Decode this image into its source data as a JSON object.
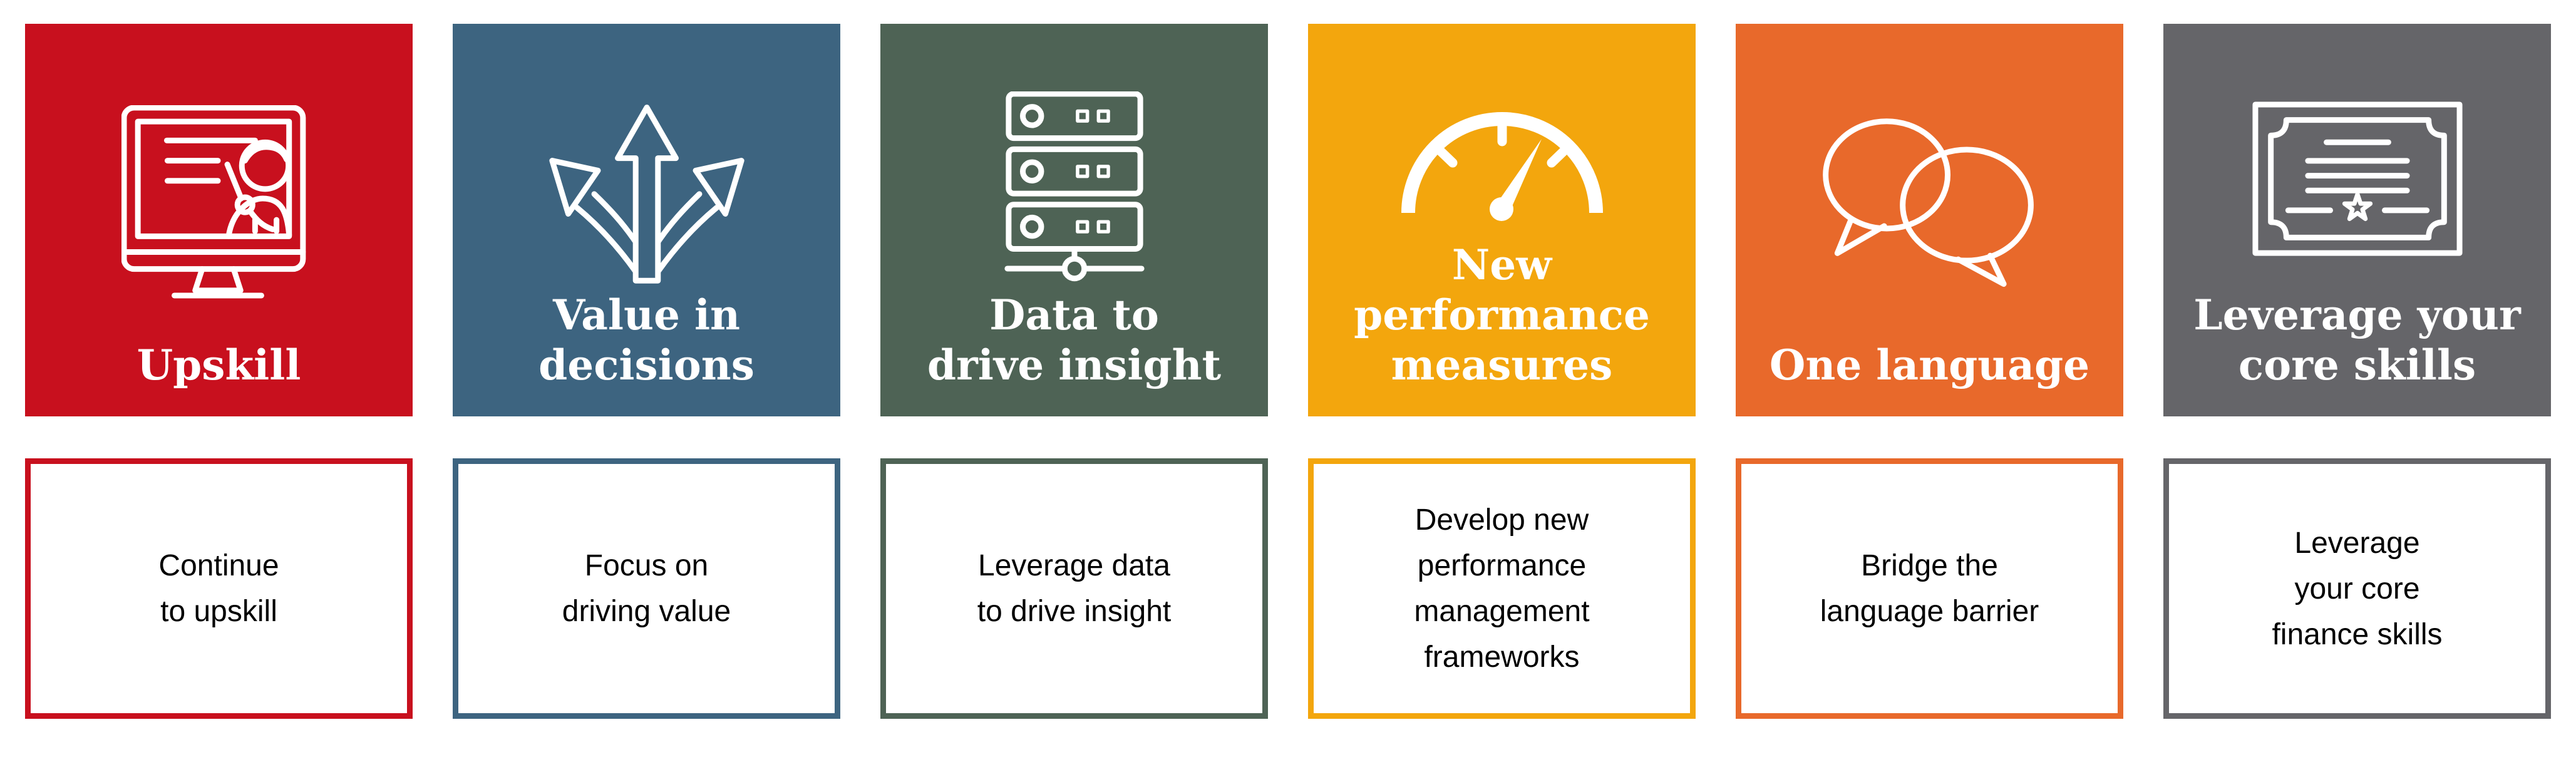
{
  "page": {
    "background_color": "#FFFFFF",
    "title_text_color": "#FFFFFF",
    "detail_text_color": "#000000"
  },
  "cards": [
    {
      "title": "Upskill",
      "detail": "Continue\nto upskill",
      "color": "#C8101E",
      "icon": "presentation-monitor-icon"
    },
    {
      "title": "Value in\ndecisions",
      "detail": "Focus on\ndriving value",
      "color": "#3D6480",
      "icon": "branching-arrows-icon"
    },
    {
      "title": "Data to\ndrive insight",
      "detail": "Leverage data\nto drive insight",
      "color": "#4E6355",
      "icon": "server-stack-icon"
    },
    {
      "title": "New\nperformance\nmeasures",
      "detail": "Develop new\nperformance\nmanagement\nframeworks",
      "color": "#F3A60D",
      "icon": "gauge-icon"
    },
    {
      "title": "One language",
      "detail": "Bridge the\nlanguage barrier",
      "color": "#E8692B",
      "icon": "speech-bubbles-icon"
    },
    {
      "title": "Leverage your\ncore skills",
      "detail": "Leverage\nyour core\nfinance skills",
      "color": "#656569",
      "icon": "certificate-icon"
    }
  ]
}
